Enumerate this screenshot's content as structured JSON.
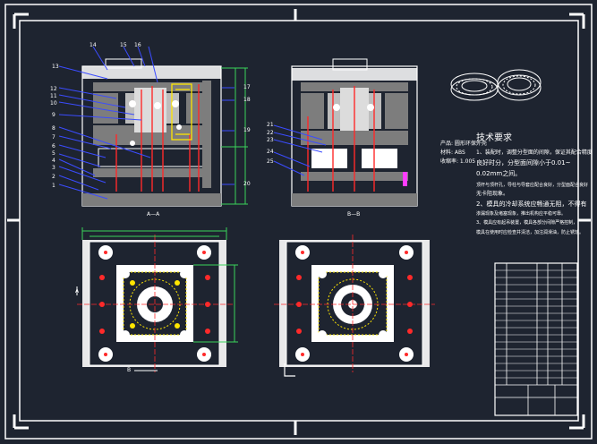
{
  "drawing": {
    "section_a_label": "A—A",
    "section_b_label": "B—B",
    "product": {
      "name_line": "产品: 圆形环保外壳",
      "material_line": "材料: ABS",
      "shrink_line": "收缩率: 1.005"
    },
    "tech_title": "技术要求",
    "tech_lines": [
      "1、装配时，调整分型面的间隙，保证其配合精度",
      "良好时分，分型面间隙小于0.01~",
      "0.02mm之间。",
      "顶杆与顶杆孔，导柱与导套应配合良好，分型面配合良好",
      "无卡阻现象。",
      "2、模具的冷却系统应畅通无阻，不得有",
      "渗漏现象及堵塞现象，推出机构应平稳可靠。",
      "3、模具应有起吊装置，模具各部分间隙严格控制，",
      "模具在使用时应检查并清洁，加注润滑油，防止锈蚀。"
    ],
    "part_labels": [
      "1",
      "2",
      "3",
      "4",
      "5",
      "6",
      "7",
      "8",
      "9",
      "10",
      "11",
      "12",
      "13",
      "14",
      "15",
      "16"
    ],
    "part_labels_right": [
      "17",
      "18",
      "19",
      "20"
    ],
    "part_labels_b": [
      "21",
      "22",
      "23",
      "24",
      "25"
    ],
    "view_letters": {
      "a": "A",
      "b": "B"
    }
  },
  "colors": {
    "background": "#1e2430",
    "lines": "#ffffff",
    "leader": "#3b4cff",
    "section_red": "#ff2a2a",
    "dimension_green": "#39d35a",
    "yellow": "#ffe600",
    "magenta": "#ff3cff"
  }
}
